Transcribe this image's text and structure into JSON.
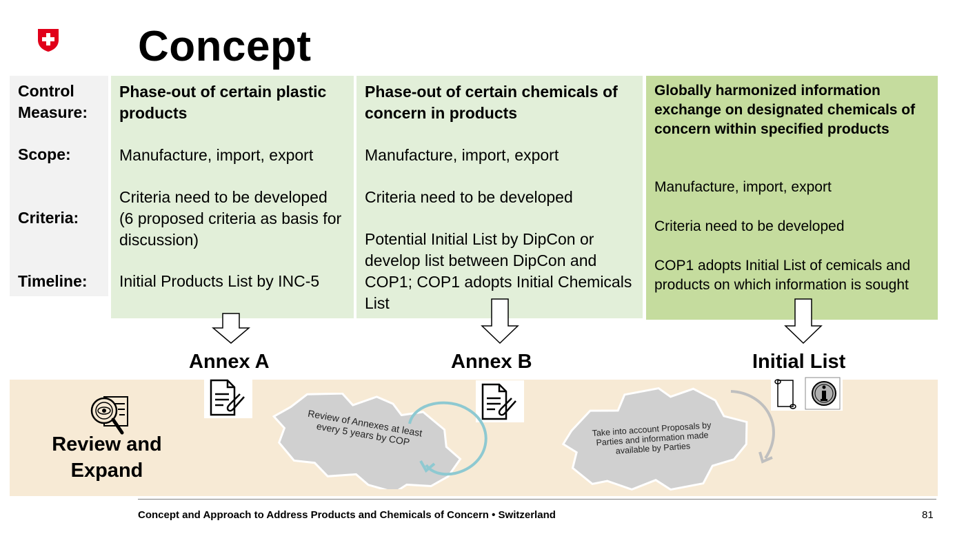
{
  "title": "Concept",
  "labels": {
    "control_measure": "Control Measure:",
    "scope": "Scope:",
    "criteria": "Criteria:",
    "timeline": "Timeline:"
  },
  "columns": [
    {
      "title": "Phase-out of certain plastic products",
      "scope": "Manufacture, import, export",
      "criteria": "Criteria need to be developed (6 proposed criteria as basis for discussion)",
      "timeline": "Initial Products List by INC-5",
      "result": "Annex A"
    },
    {
      "title": "Phase-out of certain chemicals of concern in products",
      "scope": "Manufacture, import, export",
      "criteria": "Criteria need to be developed",
      "timeline": "Potential Initial List by DipCon or develop list between DipCon and COP1; COP1 adopts Initial Chemicals List",
      "result": "Annex B"
    },
    {
      "title": "Globally harmonized information exchange on designated chemicals of concern within specified products",
      "scope": "Manufacture, import, export",
      "criteria": "Criteria need to be developed",
      "timeline": "COP1 adopts Initial List of cemicals and products on which information is sought",
      "result": "Initial List"
    }
  ],
  "review": {
    "label": "Review and Expand",
    "cycle1": "Review of Annexes at least every 5 years by COP",
    "cycle2": "Take into account Proposals by Parties and information made available by Parties"
  },
  "footer": {
    "text": "Concept and Approach to Address Products and Chemicals of Concern • Switzerland",
    "page": "81"
  },
  "colors": {
    "swiss_red": "#e1001a",
    "col_light": "#e2efd9",
    "col_dark": "#c5dc9e",
    "band": "#f7ead5",
    "cycle_blue": "#8ec9d1"
  }
}
